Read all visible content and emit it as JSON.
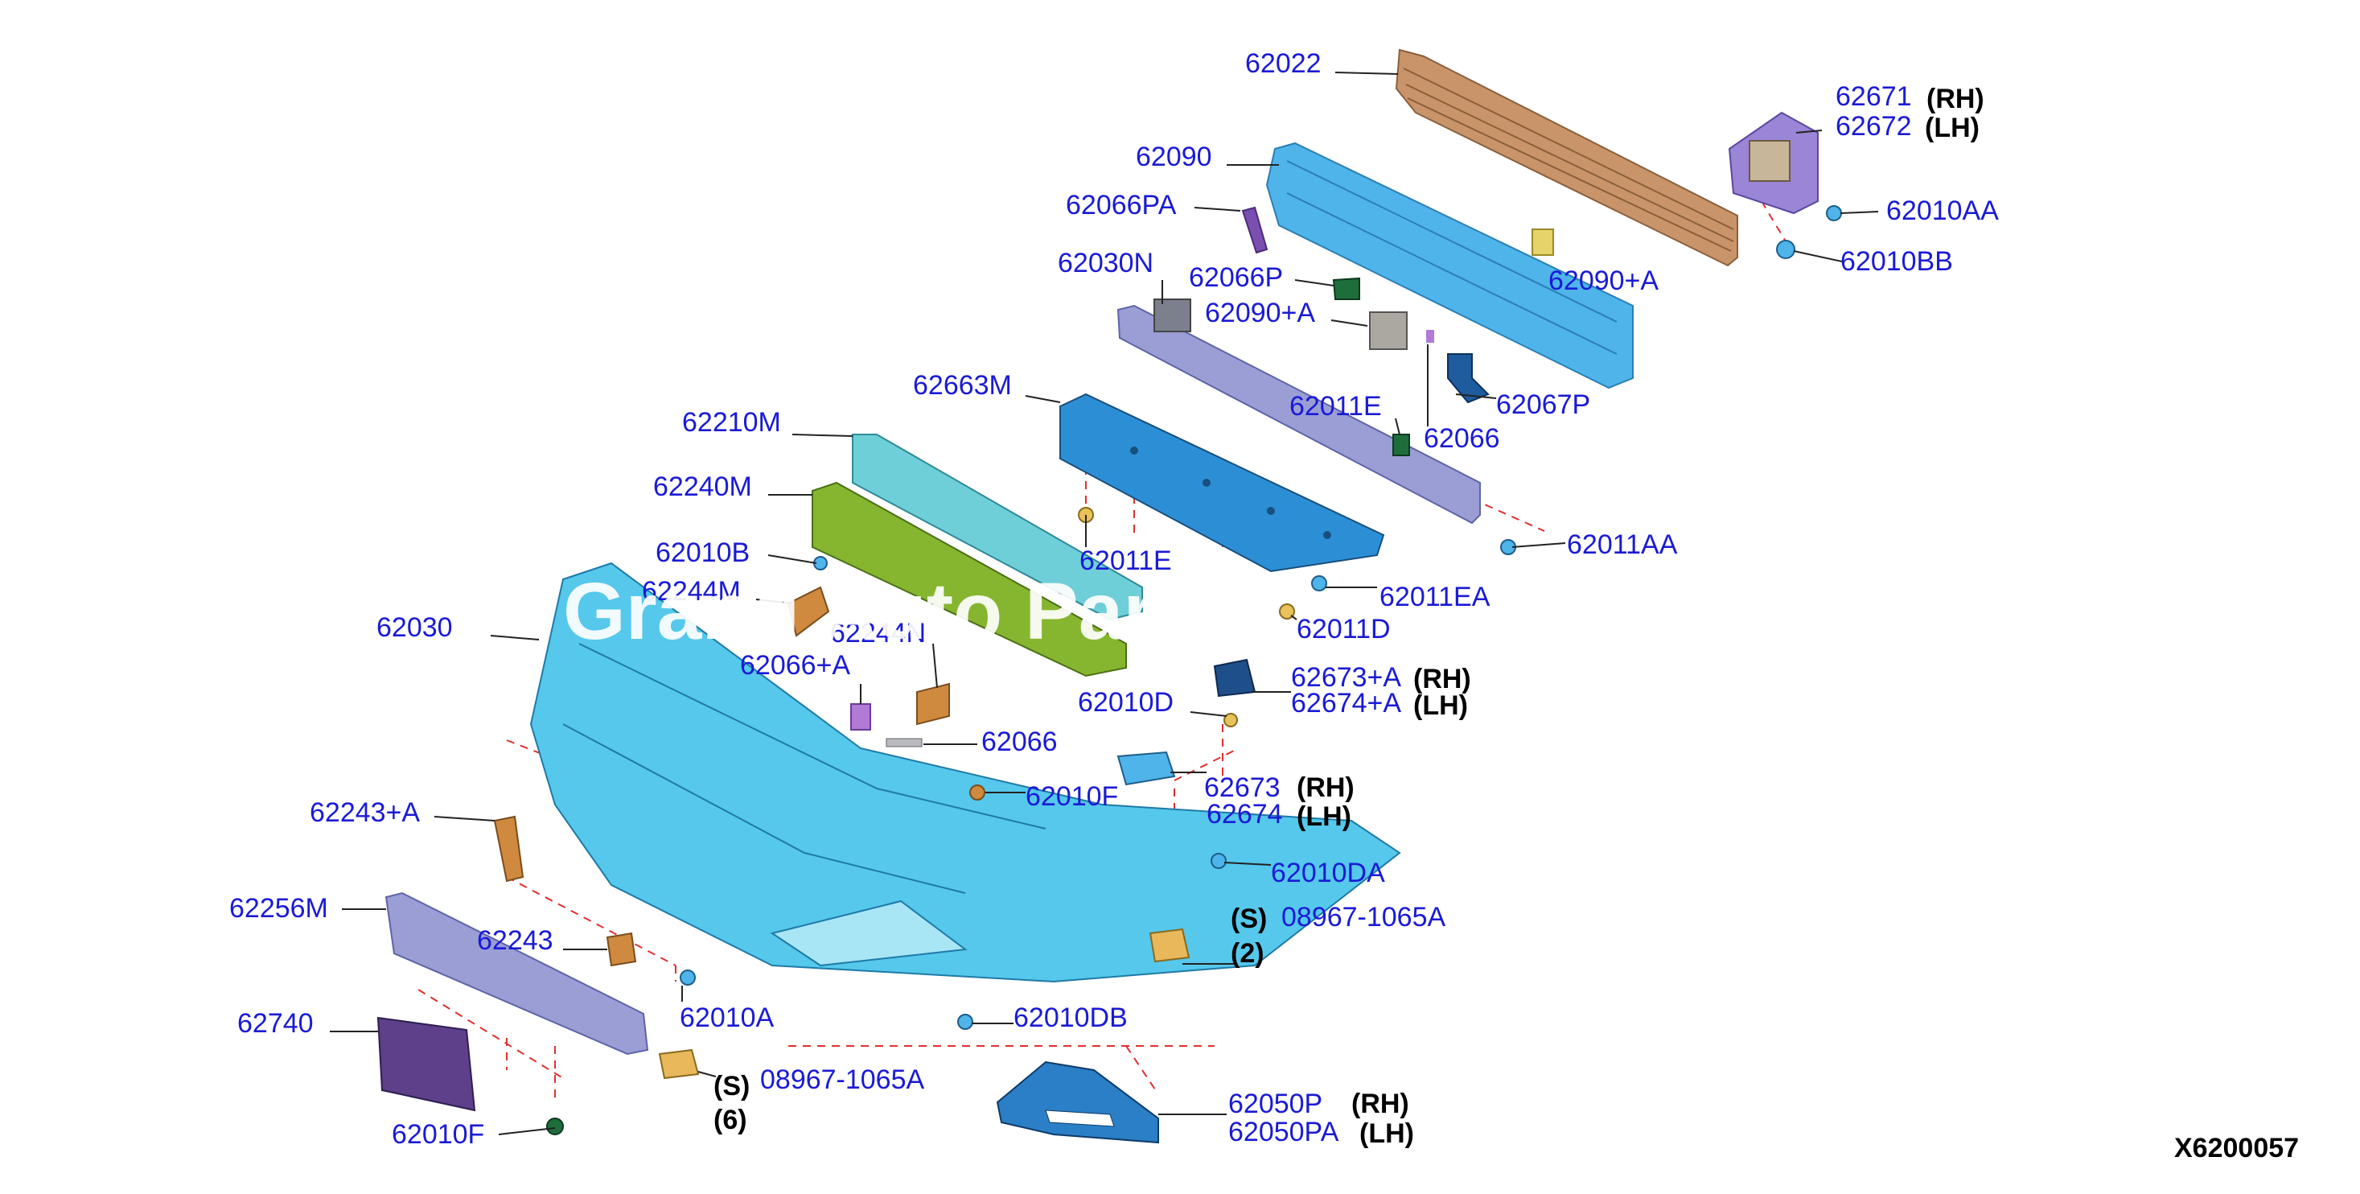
{
  "callouts": {
    "p62022": "62022",
    "p62090": "62090",
    "p62066pa": "62066PA",
    "p62030n": "62030N",
    "p62066p": "62066P",
    "p62090a_left": "62090+A",
    "p62090a_right": "62090+A",
    "p62663m": "62663M",
    "p62011e_top": "62011E",
    "p62067p": "62067P",
    "p62066_top": "62066",
    "p62210m": "62210M",
    "p62240m": "62240M",
    "p62010b": "62010B",
    "p62244m": "62244M",
    "p62030_left": "62030",
    "p62244n": "62244N",
    "p62011e_mid": "62011E",
    "p62011ea": "62011EA",
    "p62011d": "62011D",
    "p62011aa": "62011AA",
    "p62066a": "62066+A",
    "p62066_mid": "62066",
    "p62673a": "62673+A",
    "p62674a": "62674+A",
    "p62010d": "62010D",
    "p62010f_mid": "62010F",
    "p62673": "62673",
    "p62674": "62674",
    "p62243a": "62243+A",
    "p62010da": "62010DA",
    "p62256m": "62256M",
    "p62243": "62243",
    "p08967_top": "08967-1065A",
    "p62010a": "62010A",
    "p62740": "62740",
    "p62010db": "62010DB",
    "p08967_bottom": "08967-1065A",
    "p62050p": "62050P",
    "p62050pa": "62050PA",
    "p62010f_bottom": "62010F",
    "p62671": "62671",
    "p62672": "62672",
    "p62010aa": "62010AA",
    "p62010bb": "62010BB"
  },
  "side_labels": {
    "rh1": "(RH)",
    "lh1": "(LH)",
    "rh2": "(RH)",
    "lh2": "(LH)",
    "rh3": "(RH)",
    "lh3": "(LH)",
    "rh4": "(RH)",
    "lh4": "(LH)",
    "s_top": "(S)",
    "qty_top": "(2)",
    "s_bottom": "(S)",
    "qty_bottom": "(6)"
  },
  "watermark": "Grand Auto Parts",
  "drawing_number": "X6200057",
  "colors": {
    "callout_text": "#1a1ad6",
    "bumper_fascia": "#55c8ec",
    "reinforcement": "#4fb4ea",
    "energy_absorber": "#c9946a",
    "undercover": "#2c8fd6",
    "air_guide": "#6fcfd8",
    "lower_cover": "#86b52f",
    "bracket": "#cf8a3f",
    "grille": "#9a9ed4",
    "plate_bracket": "#5e3f8a",
    "fog_finisher": "#2b7fc6",
    "dashed_line": "#e03030"
  }
}
